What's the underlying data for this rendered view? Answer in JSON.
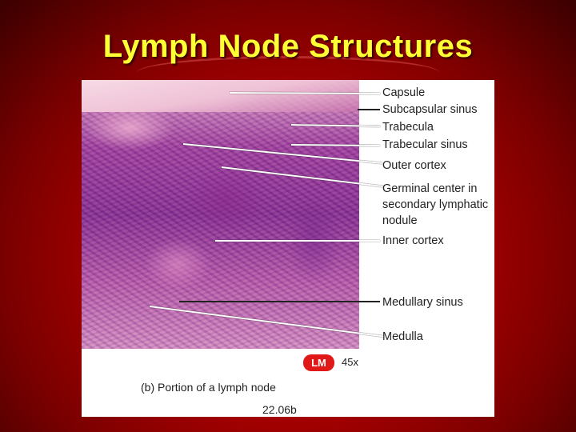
{
  "slide": {
    "title": "Lymph Node Structures"
  },
  "figure": {
    "labels": [
      "Capsule",
      "Subcapsular sinus",
      "Trabecula",
      "Trabecular sinus",
      "Outer cortex",
      "Germinal center in",
      "secondary lymphatic",
      "nodule",
      "Inner cortex",
      "Medullary sinus",
      "Medulla"
    ],
    "badge": "LM",
    "magnification": "45x",
    "caption": "(b) Portion of a lymph node",
    "figure_number": "22.06b"
  },
  "colors": {
    "title": "#ffff33",
    "background": "#b00000",
    "badge": "#e01818"
  }
}
